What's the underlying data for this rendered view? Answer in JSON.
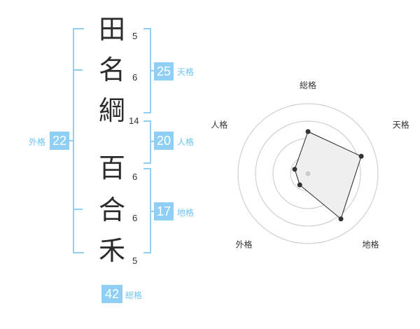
{
  "name": {
    "chars": [
      {
        "char": "田",
        "strokes": "5"
      },
      {
        "char": "名",
        "strokes": "6"
      },
      {
        "char": "綱",
        "strokes": "14"
      },
      {
        "char": "百",
        "strokes": "6"
      },
      {
        "char": "合",
        "strokes": "6"
      },
      {
        "char": "禾",
        "strokes": "5"
      }
    ]
  },
  "fortune": {
    "tenkaku": {
      "value": "25",
      "label": "天格"
    },
    "jinkaku": {
      "value": "20",
      "label": "人格"
    },
    "chikaku": {
      "value": "17",
      "label": "地格"
    },
    "gaikaku": {
      "value": "22",
      "label": "外格"
    },
    "soukaku": {
      "value": "42",
      "label": "総格"
    }
  },
  "colors": {
    "accent": "#8fcff5",
    "accent_text": "#6ec3f0",
    "kanji": "#2b2b2b"
  },
  "chart_data": {
    "type": "radar",
    "axes": [
      "総格",
      "天格",
      "地格",
      "外格",
      "人格"
    ],
    "max": 5,
    "rings": 4,
    "values": [
      3,
      4,
      4,
      1,
      1
    ]
  }
}
